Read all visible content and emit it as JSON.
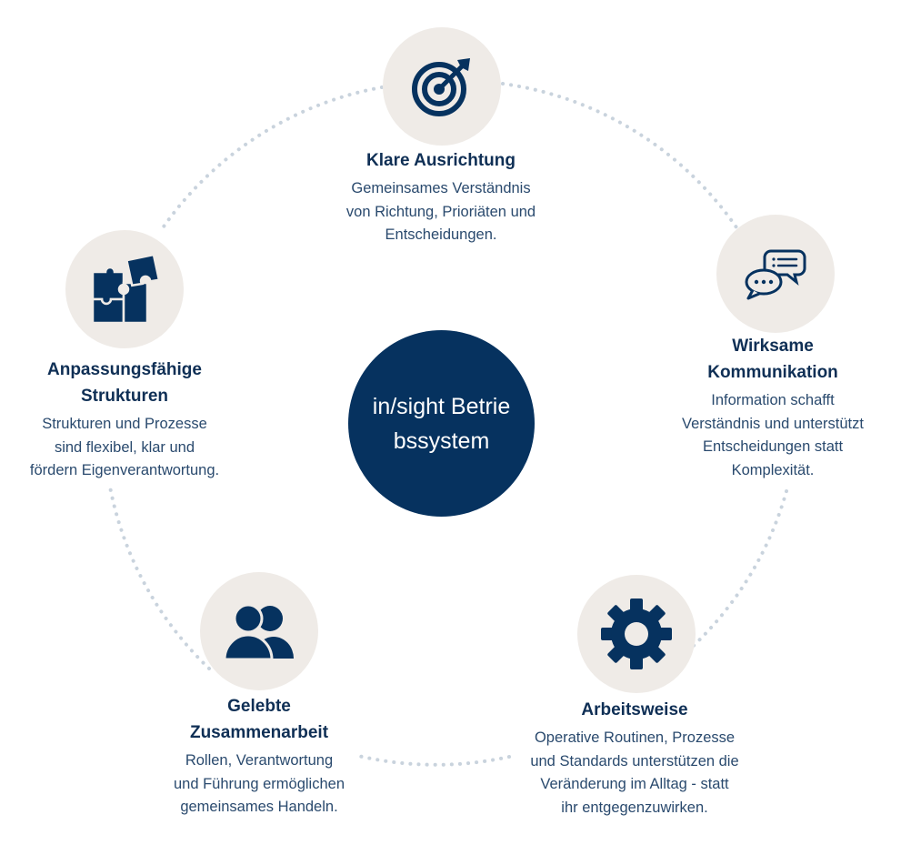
{
  "center": {
    "label": "in/sight Betriebssystem"
  },
  "nodes": {
    "ausrichtung": {
      "icon": "target-icon",
      "title": "Klare Ausrichtung",
      "desc": [
        "Gemeinsames Verständnis",
        "von Richtung, Prioriäten und",
        "Entscheidungen."
      ]
    },
    "kommunikation": {
      "icon": "chat-bubbles-icon",
      "title": [
        "Wirksame",
        "Kommunikation"
      ],
      "desc": [
        "Information schafft",
        "Verständnis und unterstützt",
        "Entscheidungen statt",
        "Komplexität."
      ]
    },
    "arbeitsweise": {
      "icon": "gear-icon",
      "title": "Arbeitsweise",
      "desc": [
        "Operative Routinen, Prozesse",
        "und Standards unterstützen die",
        "Veränderung im Alltag - statt",
        "ihr entgegenzuwirken."
      ]
    },
    "zusammenarbeit": {
      "icon": "people-icon",
      "title": [
        "Gelebte",
        "Zusammenarbeit"
      ],
      "desc": [
        "Rollen, Verantwortung",
        "und Führung ermöglichen",
        "gemeinsames Handeln."
      ]
    },
    "strukturen": {
      "icon": "puzzle-icon",
      "title": [
        "Anpassungsfähige",
        "Strukturen"
      ],
      "desc": [
        "Strukturen und Prozesse",
        "sind flexibel, klar und",
        "fördern Eigenverantwortung."
      ]
    }
  },
  "colors": {
    "navy": "#06325f",
    "icon_bg": "#efebe7",
    "ring": "#c9d3dd"
  }
}
